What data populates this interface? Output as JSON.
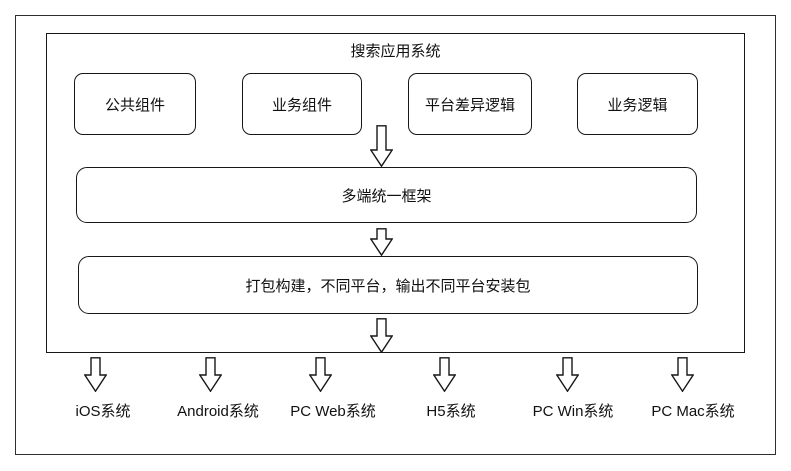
{
  "colors": {
    "line": "#171717",
    "background": "#ffffff",
    "text": "#111111"
  },
  "system": {
    "title": "搜索应用系统",
    "components": [
      "公共组件",
      "业务组件",
      "平台差异逻辑",
      "业务逻辑"
    ],
    "framework": "多端统一框架",
    "build": "打包构建，不同平台，输出不同平台安装包"
  },
  "platforms": [
    "iOS系统",
    "Android系统",
    "PC Web系统",
    "H5系统",
    "PC Win系统",
    "PC Mac系统"
  ],
  "icons": {
    "arrow": "down-arrow-icon"
  }
}
